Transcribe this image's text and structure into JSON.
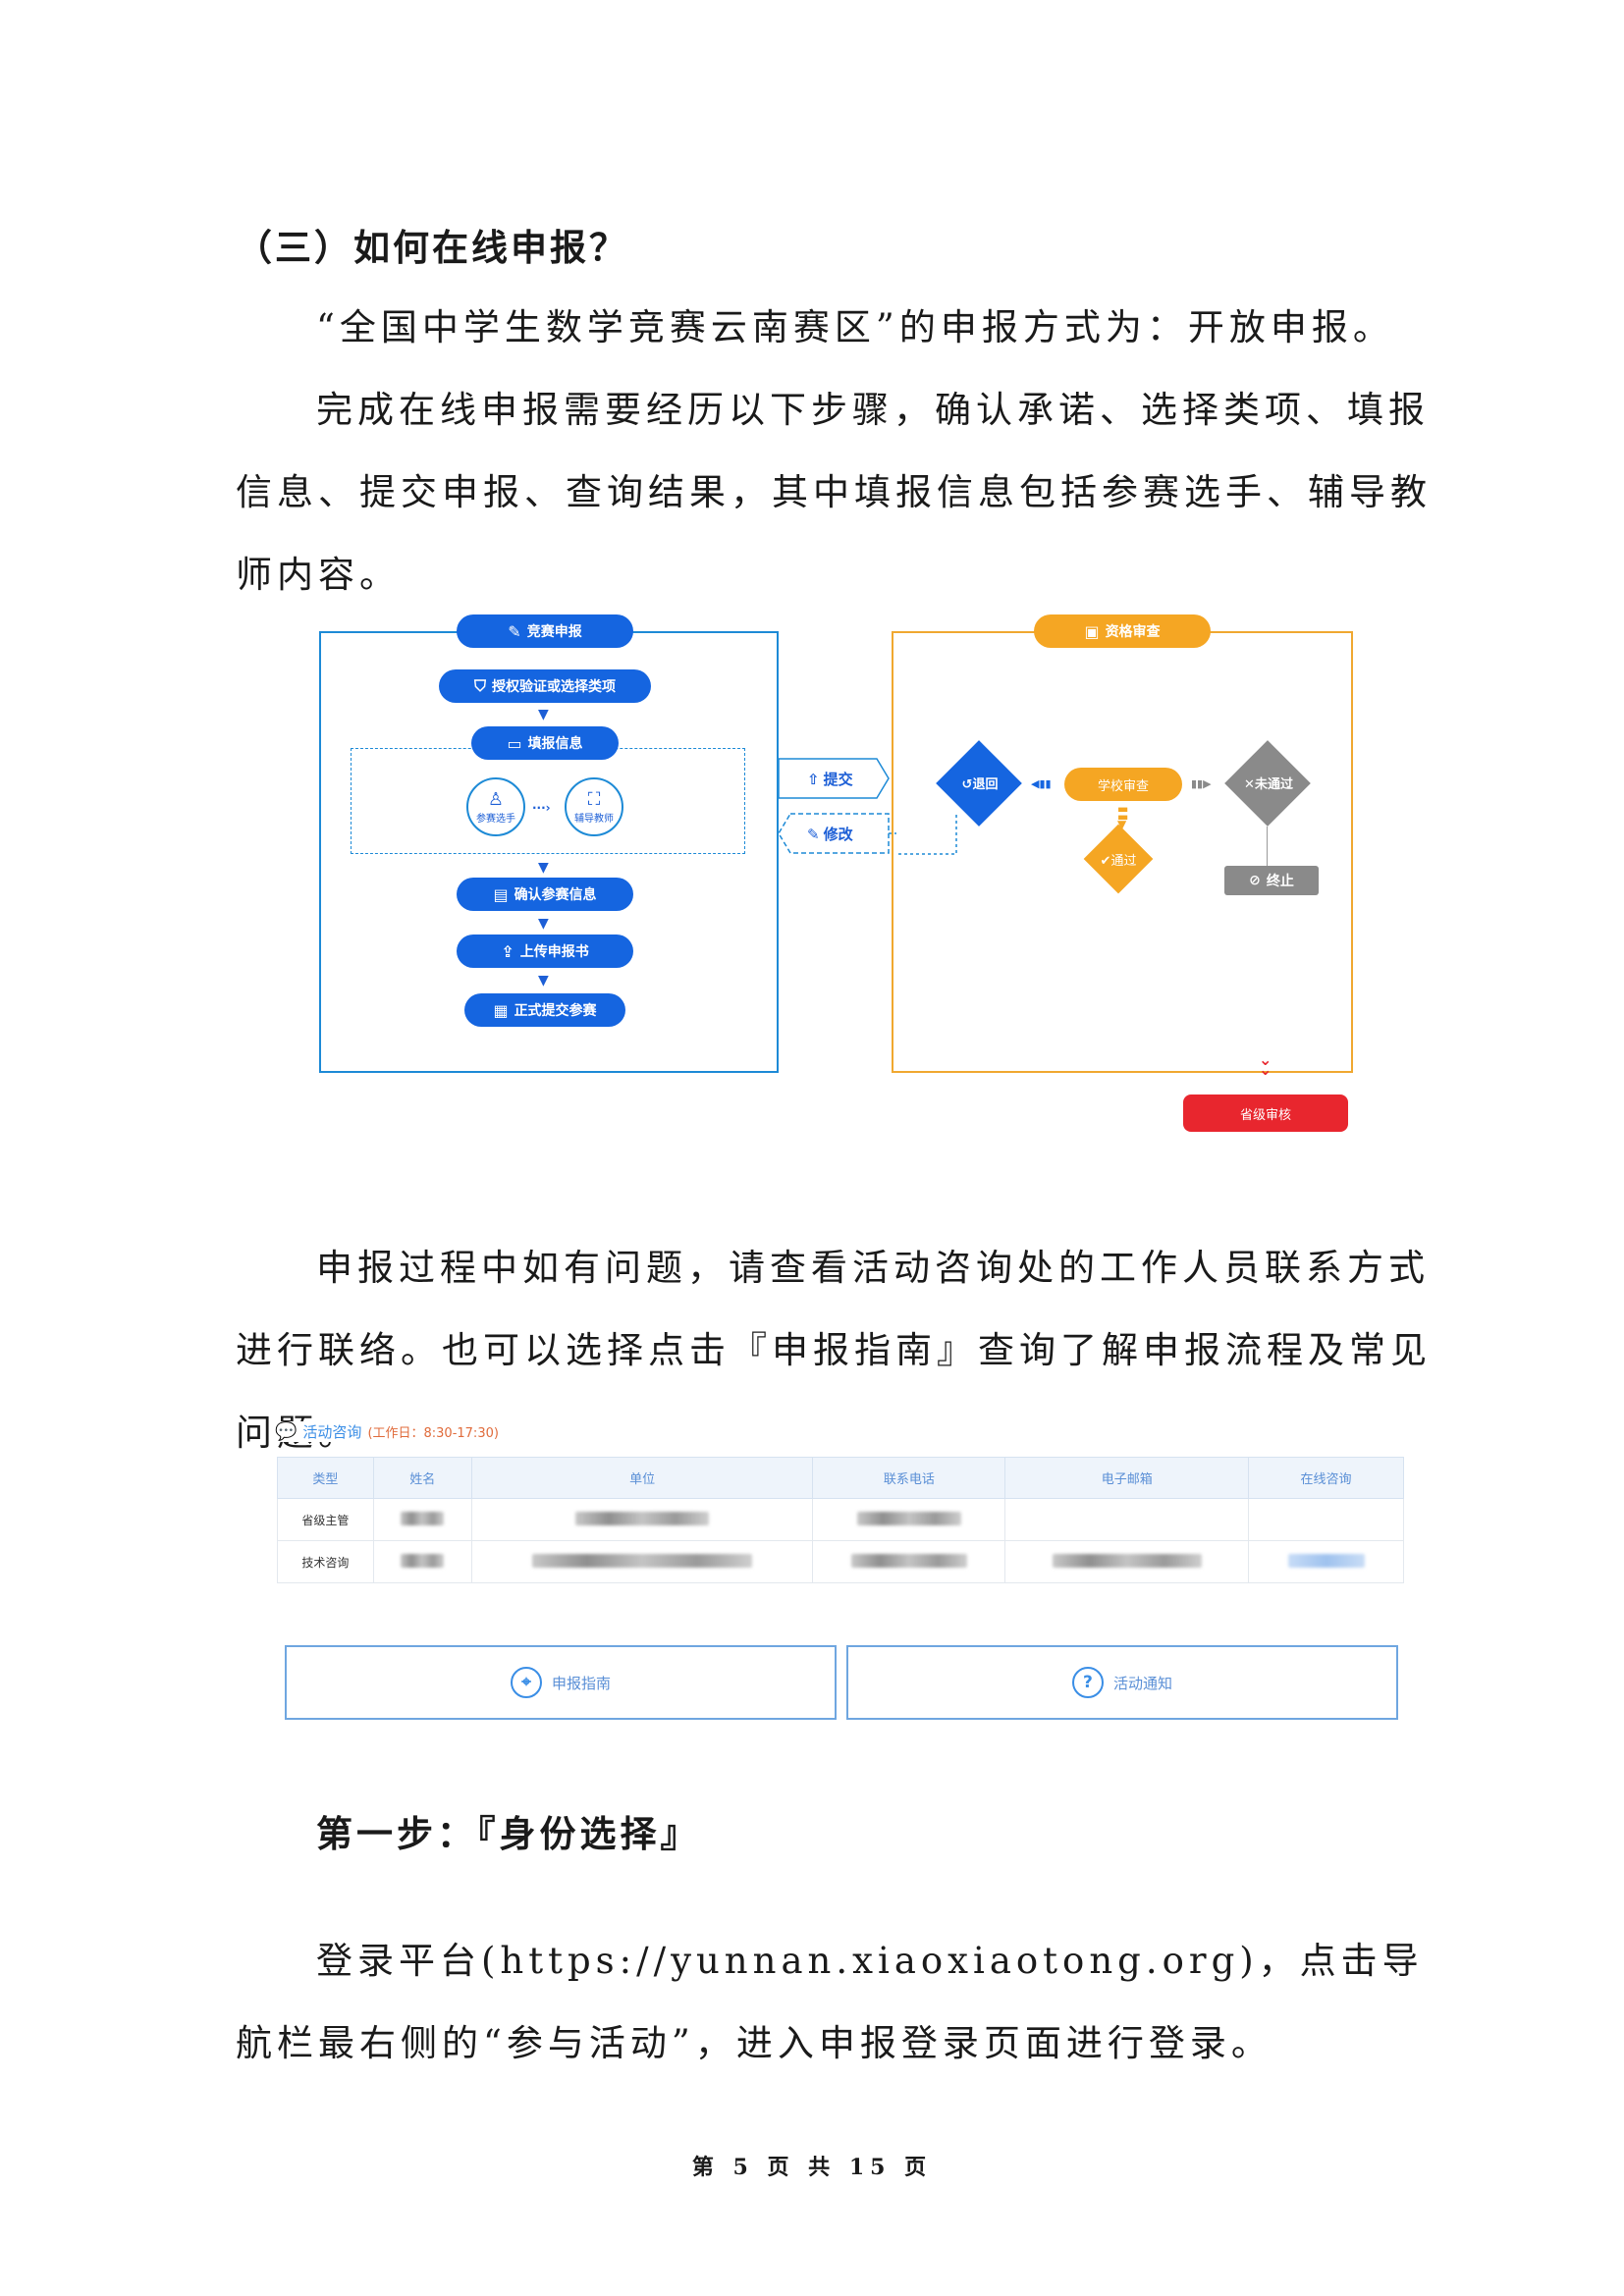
{
  "doc": {
    "heading": "（三）如何在线申报？",
    "p1": "“全国中学生数学竞赛云南赛区”的申报方式为：开放申报。",
    "p2": "完成在线申报需要经历以下步骤，确认承诺、选择类项、填报信息、提交申报、查询结果，其中填报信息包括参赛选手、辅导教师内容。",
    "p3": "申报过程中如有问题，请查看活动咨询处的工作人员联系方式进行联络。也可以选择点击『申报指南』查询了解申报流程及常见问题。",
    "step1": "第一步：『身份选择』",
    "p4": "登录平台(https://yunnan.xiaoxiaotong.org)，点击导航栏最右侧的“参与活动”，进入申报登录页面进行登录。",
    "footer": "第 5 页 共 15 页"
  },
  "flow": {
    "left_title": "竞赛申报",
    "step_auth": "授权验证或选择类项",
    "step_fill": "填报信息",
    "circle_player": "参赛选手",
    "circle_teacher": "辅导教师",
    "step_confirm": "确认参赛信息",
    "step_upload": "上传申报书",
    "step_submit": "正式提交参赛",
    "submit_tag": "提交",
    "modify_tag": "修改",
    "right_title": "资格审查",
    "return": "退回",
    "school_review": "学校审查",
    "not_pass": "未通过",
    "pass": "通过",
    "terminate": "终止",
    "province_review": "省级审核"
  },
  "consult": {
    "title": "活动咨询",
    "hours": "(工作日：8:30-17:30)",
    "columns": [
      "类型",
      "姓名",
      "单位",
      "联系电话",
      "电子邮箱",
      "在线咨询"
    ],
    "rows": [
      {
        "type": "省级主管"
      },
      {
        "type": "技术咨询"
      }
    ],
    "guide_btn": "申报指南",
    "notice_btn": "活动通知"
  },
  "colors": {
    "blue": "#1565e0",
    "orange": "#f5a623",
    "red": "#e8262e",
    "grey": "#8a8a8a"
  }
}
